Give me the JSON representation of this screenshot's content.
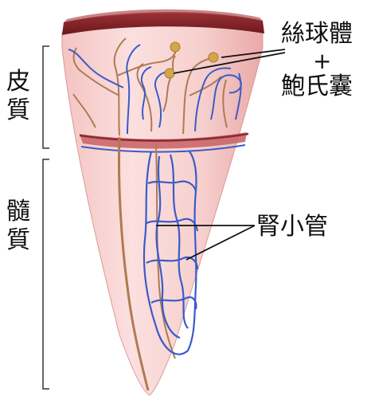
{
  "labels": {
    "cortex": [
      "皮",
      "質"
    ],
    "medulla": [
      "髓",
      "質"
    ],
    "glomerulus_line1": "絲球體",
    "plus_sign": "+",
    "glomerulus_line2": "鮑氏囊",
    "tubule": "腎小管"
  },
  "colors": {
    "tissue": "#f1b8b6",
    "tissue_light": "#fadada",
    "cap_top": "#7a1f23",
    "artery": "#b07a52",
    "vein": "#3b5bc8",
    "glomerulus": "#d4a64a",
    "band": "#8c2a30"
  }
}
